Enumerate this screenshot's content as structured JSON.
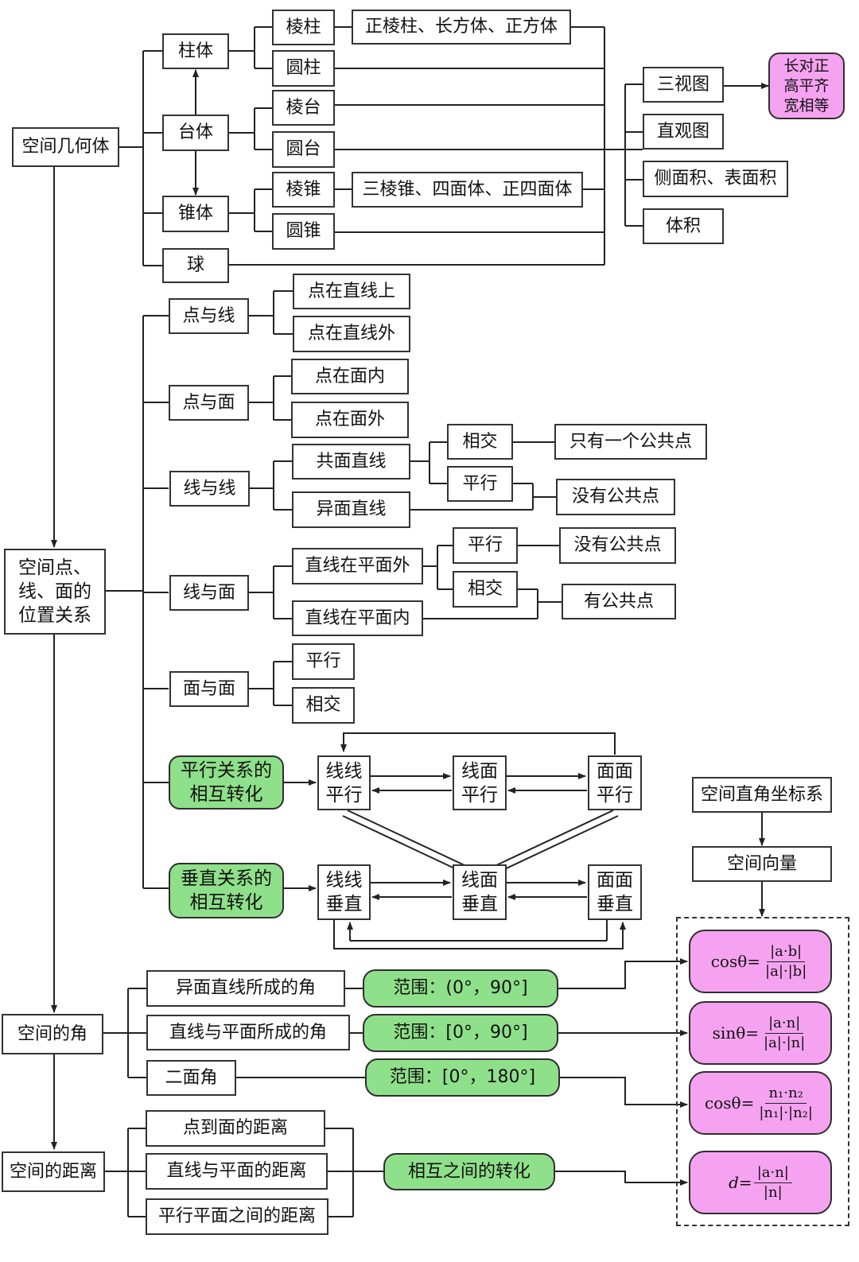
{
  "nodes": {
    "kjjht": "空间几何体",
    "zhuti": "柱体",
    "taiti": "台体",
    "zhuiti": "锥体",
    "qiu": "球",
    "lengzhu": "棱柱",
    "yuanzhu": "圆柱",
    "lengtai": "棱台",
    "yuantai": "圆台",
    "lengzhui": "棱锥",
    "yuanzhui": "圆锥",
    "lengzhu_types": "正棱柱、长方体、正方体",
    "lengzhui_types": "三棱锥、四面体、正四面体",
    "sanshitu": "三视图",
    "zhiguantu": "直观图",
    "mianji": "侧面积、表面积",
    "tiji": "体积",
    "sanshitu_rule": "长对正\n高平齐\n宽相等",
    "weizhi": "空间点、\n线、面的\n位置关系",
    "dianxian": "点与线",
    "dianzaizhixianshang": "点在直线上",
    "dianzaizhixianwai": "点在直线外",
    "dianmian": "点与面",
    "dianzaimiannei": "点在面内",
    "dianzaimianwai": "点在面外",
    "xianxian": "线与线",
    "gongmian": "共面直线",
    "yimian": "异面直线",
    "xx_xiangjiao": "相交",
    "xx_pingxing": "平行",
    "xx_yige": "只有一个公共点",
    "xx_meiyou": "没有公共点",
    "xianmian": "线与面",
    "zaiwai": "直线在平面外",
    "zainei": "直线在平面内",
    "xm_pingxing": "平行",
    "xm_xiangjiao": "相交",
    "xm_meiyou": "没有公共点",
    "xm_you": "有公共点",
    "mianmian": "面与面",
    "mm_pingxing": "平行",
    "mm_xiangjiao": "相交",
    "pxzh": "平行关系的\n相互转化",
    "xxpx": "线线\n平行",
    "xmpx": "线面\n平行",
    "mmpx": "面面\n平行",
    "czzh": "垂直关系的\n相互转化",
    "xxcz": "线线\n垂直",
    "xmcz": "线面\n垂直",
    "mmcz": "面面\n垂直",
    "zuobiaoxi": "空间直角坐标系",
    "xiangliang": "空间向量",
    "jiao": "空间的角",
    "yimianjiao": "异面直线所成的角",
    "xianmianjiao": "直线与平面所成的角",
    "erjiao": "二面角",
    "fw1": "范围：(0°，90°]",
    "fw2": "范围：[0°，90°]",
    "fw3": "范围：[0°，180°]",
    "juli": "空间的距离",
    "dmjl": "点到面的距离",
    "xmjl": "直线与平面的距离",
    "pmjl": "平行平面之间的距离",
    "zhuanhua": "相互之间的转化"
  },
  "formulas": {
    "f1": {
      "lhs": "cosθ=",
      "num": "|a·b|",
      "den": "|a|·|b|"
    },
    "f2": {
      "lhs": "sinθ=",
      "num": "|a·n|",
      "den": "|a|·|n|"
    },
    "f3": {
      "lhs": "cosθ=",
      "num": "n₁·n₂",
      "den": "|n₁|·|n₂|"
    },
    "f4": {
      "lhs": "d=",
      "num": "|a·n|",
      "den": "|n|"
    }
  },
  "colors": {
    "green": "#8fe08a",
    "pink": "#f5a3f0",
    "line": "#222222"
  }
}
